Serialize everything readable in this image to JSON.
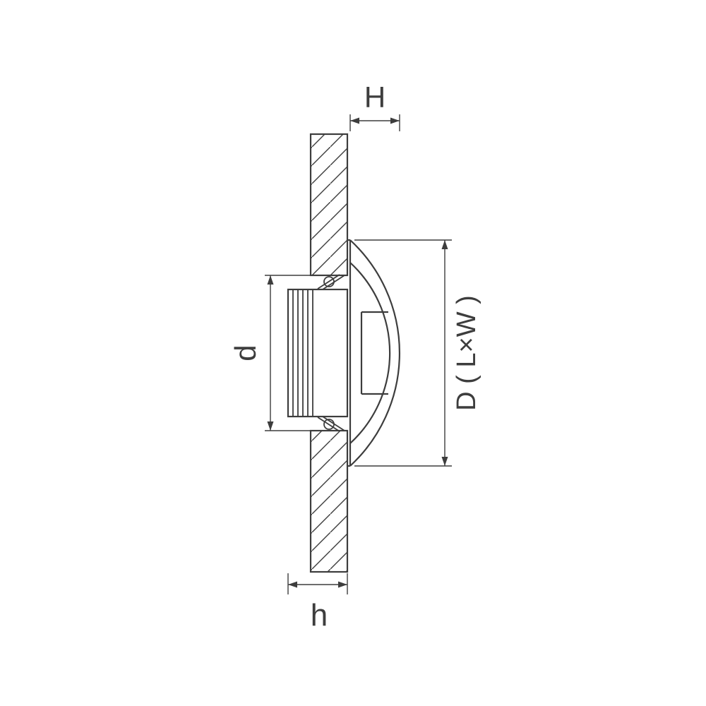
{
  "diagram": {
    "kind": "technical-section-drawing-recessed-luminaire",
    "background_color": "#ffffff",
    "line_color": "#3d3d3d",
    "labels": {
      "H": "H",
      "D": "D ( L×W )",
      "d": "d",
      "h": "h"
    }
  }
}
